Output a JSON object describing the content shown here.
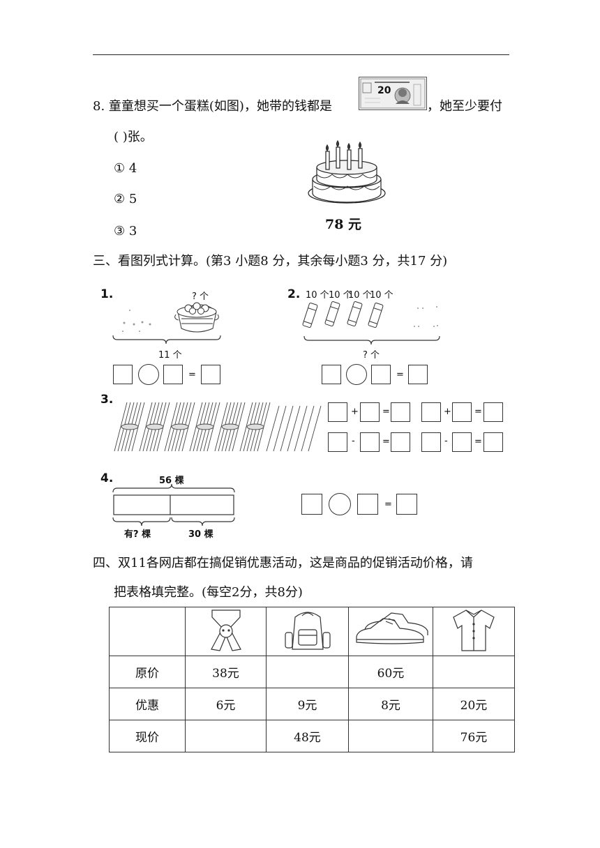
{
  "q8": {
    "line1_a": "8. 童童想买一个蛋糕(如图)，她带的钱都是",
    "line1_b": "，她至少要付",
    "line2": "(      )张。",
    "options": [
      "① 4",
      "② 5",
      "③ 3"
    ],
    "banknote_value": "20",
    "cake_price": "78 元"
  },
  "section3": {
    "title": "三、看图列式计算。(第3  小题8  分，其余每小题3  分，共17  分)",
    "p1": {
      "num": "1.",
      "top_label": "? 个",
      "bottom_label": "11 个"
    },
    "p2": {
      "num": "2.",
      "top_labels": [
        "10 个",
        "10 个",
        "10 个",
        "10 个"
      ],
      "bottom_label": "? 个"
    },
    "p3": {
      "num": "3.",
      "ops": [
        "+",
        "=",
        "+",
        "=",
        "-",
        "=",
        "-",
        "="
      ]
    },
    "p4": {
      "num": "4.",
      "top_label": "56 棵",
      "left_label": "有? 棵",
      "right_label": "30 棵",
      "eq": "="
    },
    "eq_sign": "="
  },
  "section4": {
    "title_line1": "四、双11各网店都在搞促销优惠活动，这是商品的促销活动价格，请",
    "title_line2": "把表格填完整。(每空2分，共8分)",
    "items": [
      "scarf-icon",
      "backpack-icon",
      "shoes-icon",
      "shirt-icon"
    ],
    "rows": [
      {
        "label": "原价",
        "cells": [
          "38元",
          "",
          "60元",
          ""
        ]
      },
      {
        "label": "优惠",
        "cells": [
          "6元",
          "9元",
          "8元",
          "20元"
        ]
      },
      {
        "label": "现价",
        "cells": [
          "",
          "48元",
          "",
          "76元"
        ]
      }
    ]
  }
}
